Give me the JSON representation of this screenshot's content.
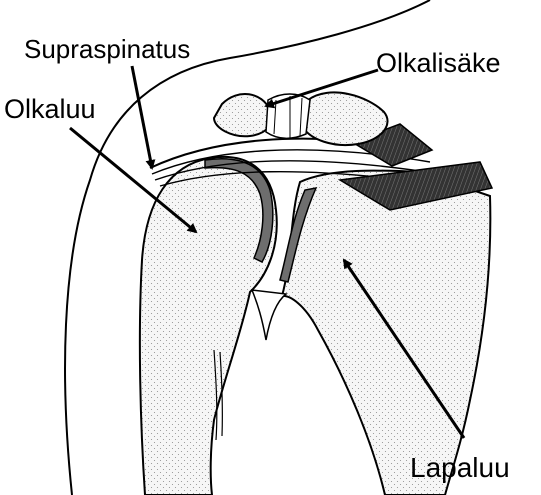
{
  "labels": {
    "supraspinatus": "Supraspinatus",
    "olkaluu": "Olkaluu",
    "olkalisake": "Olkalisäke",
    "lapaluu": "Lapaluu"
  },
  "colors": {
    "outline": "#000000",
    "bone_fill": "#f0f0f0",
    "cartilage": "#6e6e6e",
    "dark_muscle": "#2a2a2a"
  }
}
